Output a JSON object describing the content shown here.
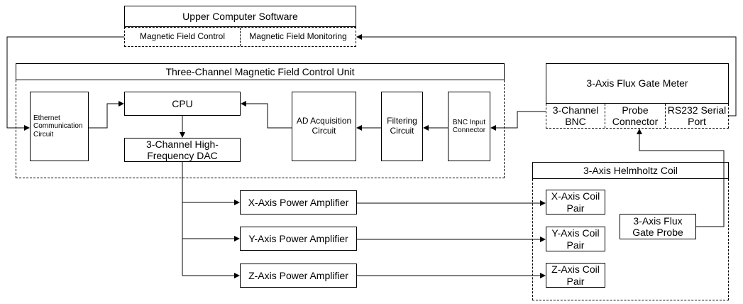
{
  "upper_software": {
    "title": "Upper Computer Software",
    "magnetic_field_control": "Magnetic Field Control",
    "magnetic_field_monitoring": "Magnetic Field Monitoring"
  },
  "control_unit": {
    "title": "Three-Channel Magnetic Field Control Unit",
    "ethernet": "Ethernet Communication Circuit",
    "cpu": "CPU",
    "dac": "3-Channel High-Frequency DAC",
    "ad_acquisition": "AD Acquisition Circuit",
    "filtering": "Filtering Circuit",
    "bnc_input": "BNC Input Connector"
  },
  "flux_gate_meter": {
    "title": "3-Axis Flux Gate Meter",
    "bnc": "3-Channel BNC",
    "probe_connector": "Probe Connector",
    "rs232": "RS232 Serial Port"
  },
  "amplifiers": {
    "x": "X-Axis Power Amplifier",
    "y": "Y-Axis Power Amplifier",
    "z": "Z-Axis Power Amplifier"
  },
  "helmholtz": {
    "title": "3-Axis Helmholtz Coil",
    "x_coil": "X-Axis Coil Pair",
    "y_coil": "Y-Axis Coil Pair",
    "z_coil": "Z-Axis Coil Pair",
    "probe": "3-Axis Flux Gate Probe"
  }
}
